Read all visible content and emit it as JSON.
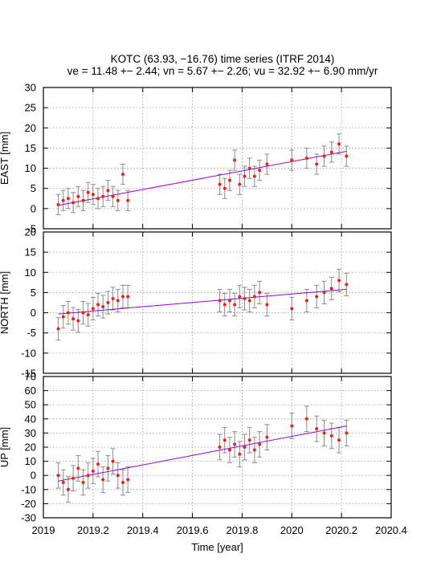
{
  "chart_data": {
    "type": "scatter",
    "title": "KOTC (63.93, −16.76) time series (ITRF 2014)",
    "subtitle": "ve = 11.48 +− 2.44; vn = 5.67 +− 2.26; vu = 32.92 +− 6.90 mm/yr",
    "xlabel": "Time [year]",
    "xlim": [
      2019,
      2020.4
    ],
    "xticks": [
      "2019",
      "2019.2",
      "2019.4",
      "2019.6",
      "2019.8",
      "2020",
      "2020.2",
      "2020.4"
    ],
    "grid": true,
    "colors": {
      "points": "#e8231a",
      "errorbars": "#8c8c8c",
      "trend": "#9400d3",
      "grid": "#999999"
    },
    "panels": [
      {
        "component": "east",
        "ylabel": "EAST [mm]",
        "ylim": [
          -5,
          30
        ],
        "yticks": [
          "-5",
          "0",
          "5",
          "10",
          "15",
          "20",
          "25",
          "30"
        ],
        "trend": {
          "x": [
            2019.06,
            2020.22
          ],
          "y": [
            0.8,
            14.2
          ]
        },
        "x": [
          2019.06,
          2019.08,
          2019.1,
          2019.12,
          2019.14,
          2019.16,
          2019.18,
          2019.2,
          2019.22,
          2019.24,
          2019.26,
          2019.28,
          2019.3,
          2019.32,
          2019.34,
          2019.71,
          2019.73,
          2019.75,
          2019.77,
          2019.79,
          2019.81,
          2019.83,
          2019.85,
          2019.87,
          2019.9,
          2020.0,
          2020.06,
          2020.1,
          2020.13,
          2020.16,
          2020.19,
          2020.22
        ],
        "y": [
          1.0,
          2.0,
          2.5,
          1.5,
          3.0,
          2.0,
          4.0,
          3.5,
          2.5,
          3.0,
          4.5,
          3.0,
          2.0,
          8.5,
          2.0,
          6.0,
          5.0,
          7.0,
          12.0,
          6.0,
          8.0,
          10.0,
          8.0,
          9.5,
          11.0,
          12.0,
          12.5,
          11.0,
          13.0,
          14.0,
          16.0,
          13.0
        ],
        "err": [
          2.5,
          2.5,
          2.5,
          2.5,
          2.5,
          2.5,
          2.5,
          2.5,
          2.5,
          2.5,
          2.5,
          2.5,
          2.5,
          2.5,
          2.5,
          2.5,
          2.5,
          2.5,
          2.5,
          2.5,
          2.5,
          2.5,
          2.5,
          2.5,
          2.5,
          2.5,
          2.5,
          2.5,
          2.5,
          2.5,
          2.5,
          2.5
        ]
      },
      {
        "component": "north",
        "ylabel": "NORTH [mm]",
        "ylim": [
          -15,
          20
        ],
        "yticks": [
          "-15",
          "-10",
          "-5",
          "0",
          "5",
          "10",
          "15",
          "20"
        ],
        "trend": {
          "x": [
            2019.06,
            2020.22
          ],
          "y": [
            -0.3,
            5.8
          ]
        },
        "x": [
          2019.06,
          2019.08,
          2019.1,
          2019.12,
          2019.14,
          2019.16,
          2019.18,
          2019.2,
          2019.22,
          2019.24,
          2019.26,
          2019.28,
          2019.3,
          2019.32,
          2019.34,
          2019.71,
          2019.73,
          2019.75,
          2019.77,
          2019.79,
          2019.81,
          2019.83,
          2019.85,
          2019.87,
          2019.9,
          2020.0,
          2020.06,
          2020.1,
          2020.13,
          2020.16,
          2020.19,
          2020.22
        ],
        "y": [
          -4.0,
          -1.0,
          0.0,
          -1.5,
          -2.0,
          0.0,
          -0.5,
          1.0,
          2.0,
          1.5,
          2.5,
          3.5,
          3.0,
          4.0,
          4.0,
          3.0,
          2.0,
          3.0,
          2.0,
          4.0,
          3.5,
          3.0,
          4.0,
          5.0,
          2.0,
          1.0,
          3.0,
          4.0,
          5.0,
          6.0,
          8.0,
          7.0
        ],
        "err": [
          2.8,
          2.8,
          2.8,
          2.8,
          2.8,
          2.8,
          2.8,
          2.8,
          2.8,
          2.8,
          2.8,
          2.8,
          2.8,
          2.8,
          2.8,
          2.8,
          2.8,
          2.8,
          2.8,
          2.8,
          2.8,
          2.8,
          2.8,
          2.8,
          2.8,
          2.8,
          2.8,
          2.8,
          2.8,
          2.8,
          2.8,
          2.8
        ]
      },
      {
        "component": "up",
        "ylabel": "UP [mm]",
        "ylim": [
          -30,
          70
        ],
        "yticks": [
          "-30",
          "-20",
          "-10",
          "0",
          "10",
          "20",
          "30",
          "40",
          "50",
          "60",
          "70"
        ],
        "trend": {
          "x": [
            2019.06,
            2020.22
          ],
          "y": [
            -4.0,
            35.0
          ]
        },
        "x": [
          2019.06,
          2019.08,
          2019.1,
          2019.12,
          2019.14,
          2019.16,
          2019.18,
          2019.2,
          2019.22,
          2019.24,
          2019.26,
          2019.28,
          2019.3,
          2019.32,
          2019.34,
          2019.71,
          2019.73,
          2019.75,
          2019.77,
          2019.79,
          2019.81,
          2019.83,
          2019.85,
          2019.87,
          2019.9,
          2020.0,
          2020.06,
          2020.1,
          2020.13,
          2020.16,
          2020.19,
          2020.22
        ],
        "y": [
          0,
          -5,
          -10,
          -2,
          5,
          -5,
          0,
          3,
          8,
          -3,
          5,
          10,
          0,
          -5,
          -3,
          20,
          25,
          18,
          22,
          15,
          20,
          25,
          18,
          22,
          27,
          35,
          40,
          33,
          30,
          28,
          25,
          30
        ],
        "err": [
          9,
          9,
          9,
          9,
          9,
          9,
          9,
          9,
          9,
          9,
          9,
          9,
          9,
          9,
          9,
          9,
          9,
          9,
          9,
          9,
          9,
          9,
          9,
          9,
          9,
          9,
          9,
          9,
          9,
          9,
          9,
          9
        ]
      }
    ]
  }
}
